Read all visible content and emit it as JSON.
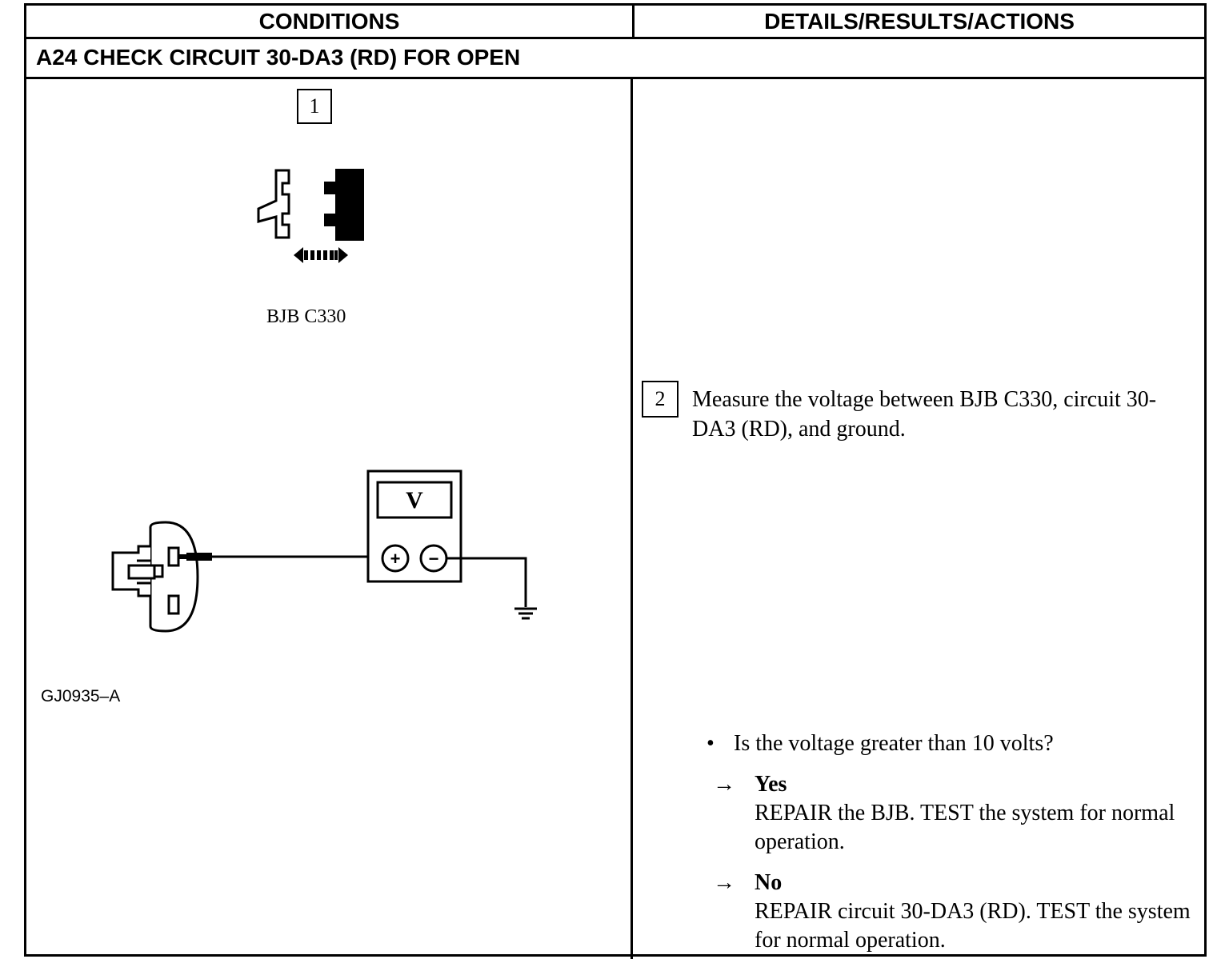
{
  "header": {
    "conditions": "CONDITIONS",
    "details": "DETAILS/RESULTS/ACTIONS"
  },
  "test_title": "A24 CHECK CIRCUIT 30-DA3 (RD) FOR OPEN",
  "step1": {
    "number": "1",
    "connector_label": "BJB C330"
  },
  "figure": {
    "meter_display": "V",
    "meter_plus": "+",
    "meter_minus": "−",
    "figure_id": "GJ0935–A"
  },
  "step2": {
    "number": "2",
    "instruction": "Measure the voltage between BJB C330, circuit 30-DA3 (RD), and ground."
  },
  "question": {
    "bullet": "•",
    "text": "Is the voltage greater than 10 volts?"
  },
  "answers": [
    {
      "arrow": "→",
      "label": "Yes",
      "action": "REPAIR the BJB. TEST the system for normal operation."
    },
    {
      "arrow": "→",
      "label": "No",
      "action": "REPAIR circuit 30-DA3 (RD). TEST the system for normal operation."
    }
  ]
}
